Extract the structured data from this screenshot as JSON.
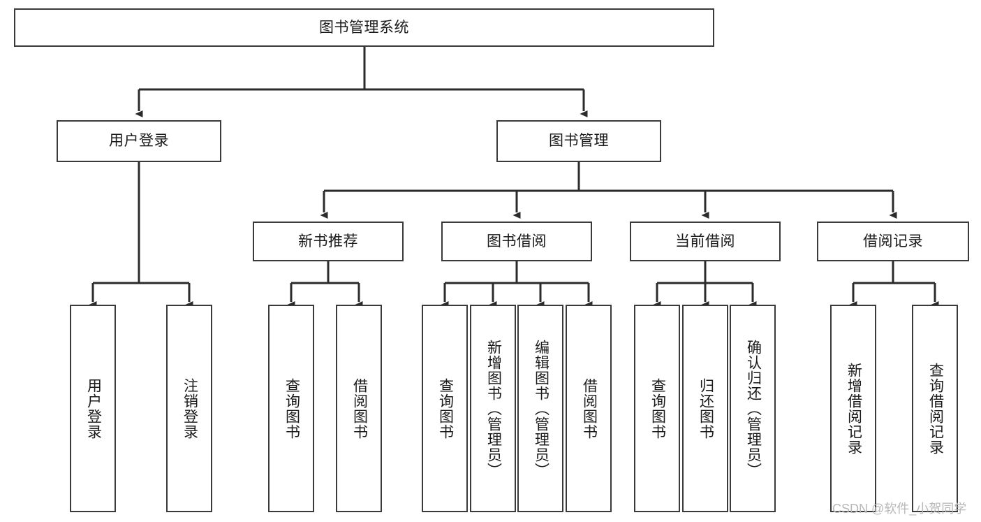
{
  "diagram": {
    "title": "图书管理系统",
    "type": "hierarchy-tree",
    "watermark": "CSDN @软件_小贺同学",
    "colors": {
      "box_border": "#3a3a3a",
      "box_fill": "#ffffff",
      "line": "#2b2b2b",
      "text": "#1a1a1a",
      "watermark": "#b8b8b8",
      "background": "#ffffff"
    },
    "levels": [
      {
        "level": 1,
        "nodes": [
          {
            "id": "root",
            "label": "图书管理系统",
            "orientation": "horizontal"
          }
        ]
      },
      {
        "level": 2,
        "nodes": [
          {
            "id": "login",
            "label": "用户登录",
            "orientation": "horizontal",
            "parent": "root"
          },
          {
            "id": "bookmgmt",
            "label": "图书管理",
            "orientation": "horizontal",
            "parent": "root"
          }
        ]
      },
      {
        "level": 3,
        "nodes": [
          {
            "id": "newbook",
            "label": "新书推荐",
            "orientation": "horizontal",
            "parent": "bookmgmt"
          },
          {
            "id": "borrow",
            "label": "图书借阅",
            "orientation": "horizontal",
            "parent": "bookmgmt"
          },
          {
            "id": "current",
            "label": "当前借阅",
            "orientation": "horizontal",
            "parent": "bookmgmt"
          },
          {
            "id": "records",
            "label": "借阅记录",
            "orientation": "horizontal",
            "parent": "bookmgmt"
          }
        ]
      },
      {
        "level": 4,
        "nodes": [
          {
            "id": "leaf1",
            "label": "用户登录",
            "orientation": "vertical",
            "parent": "login"
          },
          {
            "id": "leaf2",
            "label": "注销登录",
            "orientation": "vertical",
            "parent": "login"
          },
          {
            "id": "leaf3",
            "label": "查询图书",
            "orientation": "vertical",
            "parent": "newbook"
          },
          {
            "id": "leaf4",
            "label": "借阅图书",
            "orientation": "vertical",
            "parent": "newbook"
          },
          {
            "id": "leaf5",
            "label": "查询图书",
            "orientation": "vertical",
            "parent": "borrow"
          },
          {
            "id": "leaf6",
            "label": "新增图书（管理员）",
            "orientation": "vertical",
            "parent": "borrow"
          },
          {
            "id": "leaf7",
            "label": "编辑图书（管理员）",
            "orientation": "vertical",
            "parent": "borrow"
          },
          {
            "id": "leaf8",
            "label": "借阅图书",
            "orientation": "vertical",
            "parent": "borrow"
          },
          {
            "id": "leaf9",
            "label": "查询图书",
            "orientation": "vertical",
            "parent": "current"
          },
          {
            "id": "leaf10",
            "label": "归还图书",
            "orientation": "vertical",
            "parent": "current"
          },
          {
            "id": "leaf11",
            "label": "确认归还（管理员）",
            "orientation": "vertical",
            "parent": "current"
          },
          {
            "id": "leaf12",
            "label": "新增借阅记录",
            "orientation": "vertical",
            "parent": "records"
          },
          {
            "id": "leaf13",
            "label": "查询借阅记录",
            "orientation": "vertical",
            "parent": "records"
          }
        ]
      }
    ]
  }
}
